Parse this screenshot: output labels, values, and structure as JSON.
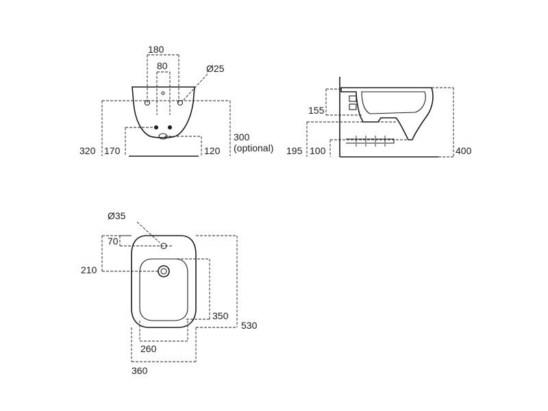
{
  "front_view": {
    "dim_180": "180",
    "dim_80": "80",
    "dim_d25": "Ø25",
    "dim_320": "320",
    "dim_170": "170",
    "dim_120": "120",
    "dim_300": "300",
    "dim_optional": "(optional)"
  },
  "side_view": {
    "dim_155": "155",
    "dim_195": "195",
    "dim_100": "100",
    "dim_400": "400"
  },
  "top_view": {
    "dim_d35": "Ø35",
    "dim_70": "70",
    "dim_210": "210",
    "dim_350": "350",
    "dim_530": "530",
    "dim_260": "260",
    "dim_360": "360"
  }
}
